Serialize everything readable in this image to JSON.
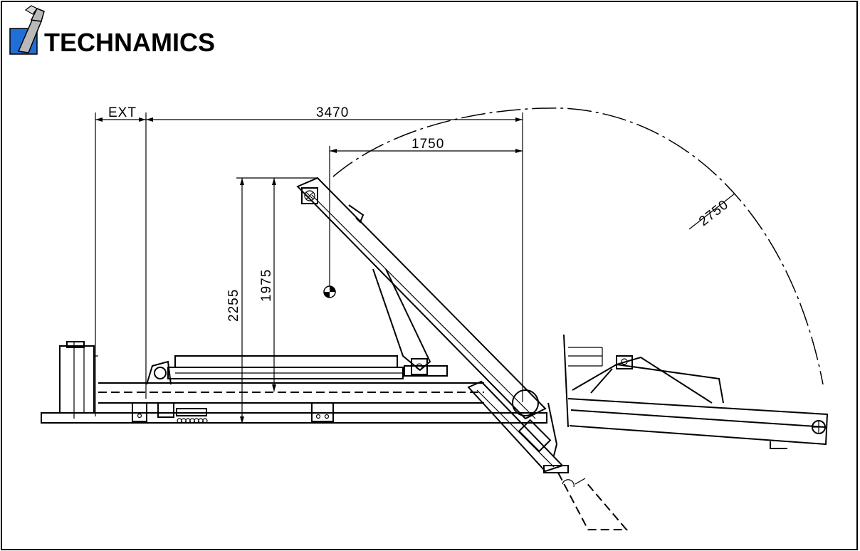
{
  "logo": {
    "text": "TECHNAMICS",
    "colors": {
      "primary": "#1f6fd6",
      "dark": "#000000"
    }
  },
  "dimensions": {
    "ext": "EXT",
    "overall_length": "3470",
    "center_offset": "1750",
    "radius": "2750",
    "height_outer": "2255",
    "height_inner": "1975"
  }
}
